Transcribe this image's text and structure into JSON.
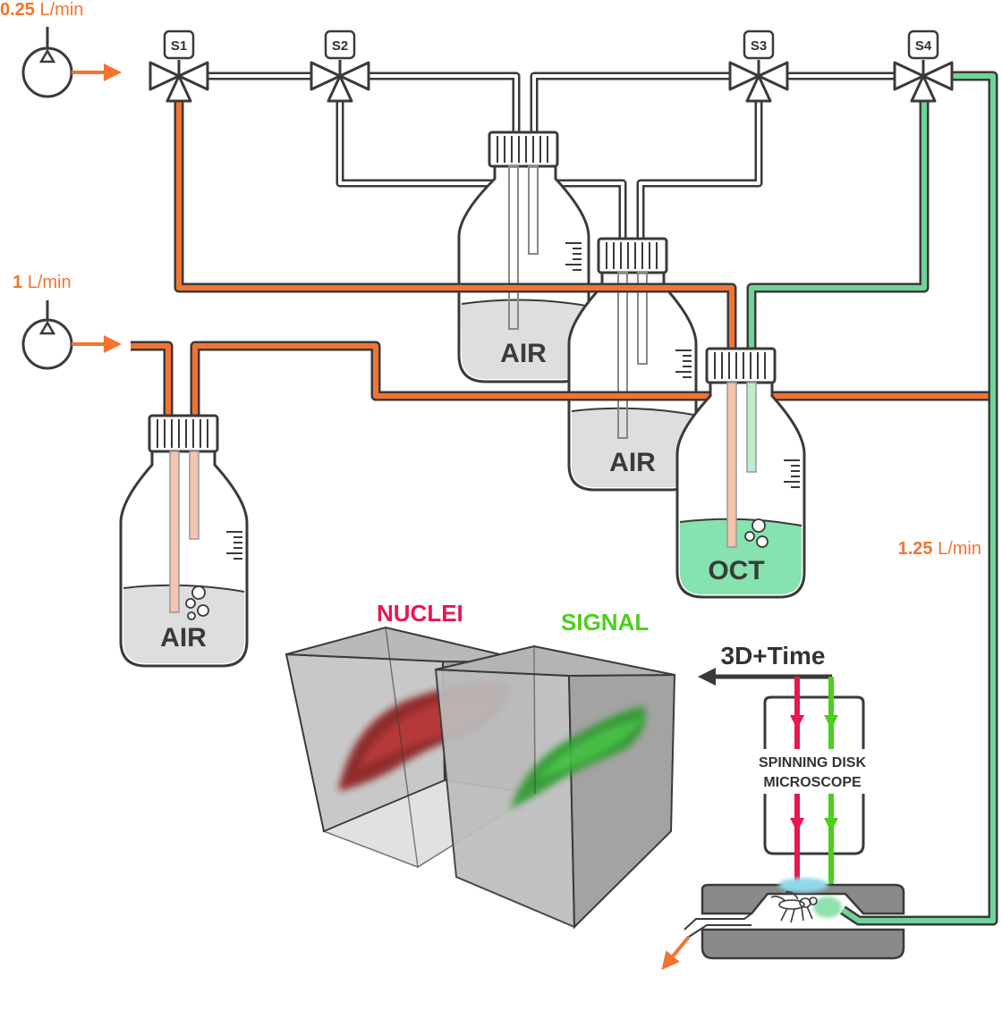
{
  "colors": {
    "orange": "#f37430",
    "green": "#6fd39a",
    "tube_grey": "#3a3a3a",
    "nuclei": "#e8174f",
    "signal": "#4dce1e",
    "liquid_air": "#dedede",
    "liquid_oct": "#86e2ae"
  },
  "flows": {
    "pump1": {
      "value": "0.25",
      "unit": "L/min"
    },
    "pump2": {
      "value": "1",
      "unit": "L/min"
    },
    "combined": {
      "value": "1.25",
      "unit": "L/min"
    }
  },
  "valves": [
    "S1",
    "S2",
    "S3",
    "S4"
  ],
  "bottles": {
    "air_left": "AIR",
    "air_back": "AIR",
    "air_mid": "AIR",
    "oct": "OCT"
  },
  "channels": {
    "nuclei": "NUCLEI",
    "signal": "SIGNAL"
  },
  "acquisition": "3D+Time",
  "microscope": {
    "line1": "SPINNING DISK",
    "line2": "MICROSCOPE"
  },
  "icons": [
    "pump-icon",
    "three-way-valve-icon",
    "wash-bottle-icon",
    "bubble-icon",
    "fly-specimen-icon",
    "flow-arrow-icon"
  ]
}
